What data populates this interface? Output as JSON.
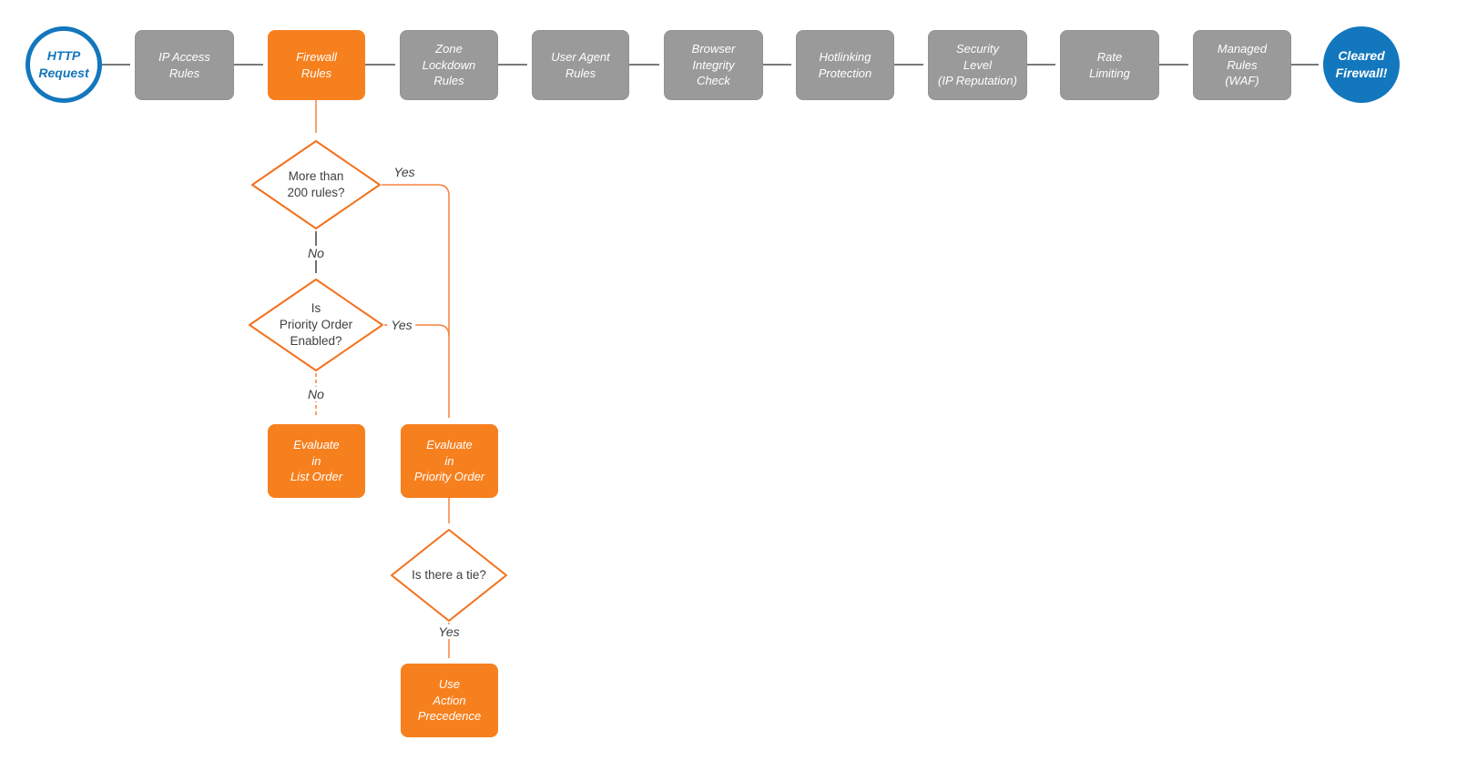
{
  "diagram": {
    "background": "#ffffff",
    "colors": {
      "process_gray": "#9a9a9a",
      "highlight_orange": "#f7801e",
      "terminal_blue": "#1377bd",
      "connector_gray": "#4d4d4d",
      "connector_orange": "#f5823c",
      "diamond_stroke": "#f4711c"
    },
    "nodes": [
      {
        "id": "http-request",
        "type": "start",
        "label": "HTTP\nRequest"
      },
      {
        "id": "ip-access-rules",
        "type": "process",
        "label": "IP Access\nRules"
      },
      {
        "id": "firewall-rules",
        "type": "highlight",
        "label": "Firewall\nRules"
      },
      {
        "id": "zone-lockdown-rules",
        "type": "process",
        "label": "Zone\nLockdown\nRules"
      },
      {
        "id": "user-agent-rules",
        "type": "process",
        "label": "User Agent\nRules"
      },
      {
        "id": "browser-integrity-check",
        "type": "process",
        "label": "Browser\nIntegrity\nCheck"
      },
      {
        "id": "hotlinking-protection",
        "type": "process",
        "label": "Hotlinking\nProtection"
      },
      {
        "id": "security-level",
        "type": "process",
        "label": "Security\nLevel\n(IP Reputation)"
      },
      {
        "id": "rate-limiting",
        "type": "process",
        "label": "Rate\nLimiting"
      },
      {
        "id": "managed-rules-waf",
        "type": "process",
        "label": "Managed\nRules\n(WAF)"
      },
      {
        "id": "cleared-firewall",
        "type": "end",
        "label": "Cleared\nFirewall!"
      },
      {
        "id": "decision-more-than-200",
        "type": "decision",
        "label": "More than\n200 rules?"
      },
      {
        "id": "decision-priority-enabled",
        "type": "decision",
        "label": "Is\nPriority Order\nEnabled?"
      },
      {
        "id": "evaluate-list-order",
        "type": "highlight",
        "label": "Evaluate\nin\nList Order"
      },
      {
        "id": "evaluate-priority-order",
        "type": "highlight",
        "label": "Evaluate\nin\nPriority Order"
      },
      {
        "id": "decision-tie",
        "type": "decision",
        "label": "Is there a tie?"
      },
      {
        "id": "use-action-precedence",
        "type": "highlight",
        "label": "Use\nAction\nPrecedence"
      }
    ],
    "edge_labels": [
      {
        "id": "more-200-yes",
        "label": "Yes"
      },
      {
        "id": "more-200-no",
        "label": "No"
      },
      {
        "id": "priority-enabled-yes",
        "label": "Yes"
      },
      {
        "id": "priority-enabled-no",
        "label": "No"
      },
      {
        "id": "tie-yes",
        "label": "Yes"
      }
    ]
  }
}
